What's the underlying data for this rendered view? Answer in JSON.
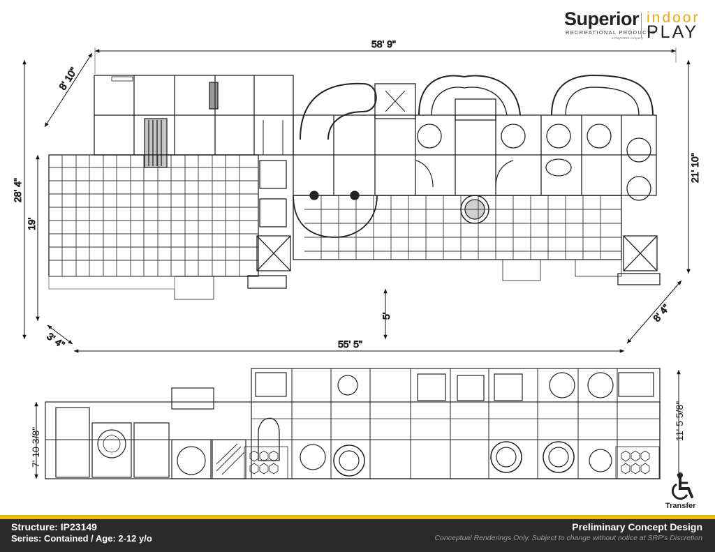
{
  "brand": {
    "name": "Superior",
    "tagline": "RECREATIONAL PRODUCTS",
    "parent": "a PlayCORE company",
    "line1": "indoor",
    "line2": "PLAY",
    "accent": "#f0b21d"
  },
  "plan_view": {
    "dims": {
      "top_width": "58' 9\"",
      "top_left_diag": "8' 10\"",
      "left_height": "28' 4\"",
      "left_inner": "19'",
      "right_height": "21' 10\"",
      "right_diag": "8' 4\"",
      "bottom_left_diag": "3' 4\"",
      "bottom_width": "55' 5\"",
      "center_gap": "5'"
    }
  },
  "elevation_view": {
    "dims": {
      "left_height": "7' 10 3/8\"",
      "right_height": "11' 5 5/8\""
    }
  },
  "accessibility": {
    "icon": "wheelchair-icon",
    "label": "Transfer"
  },
  "footer": {
    "structure": "Structure: IP23149",
    "series": "Series: Contained / Age: 2-12 y/o",
    "title": "Preliminary Concept Design",
    "disclaimer": "Conceptual Renderings Only. Subject to change without notice at SRP's Discretion",
    "bg_color": "#2a2a2a",
    "bar_color": "#f0b21d"
  }
}
